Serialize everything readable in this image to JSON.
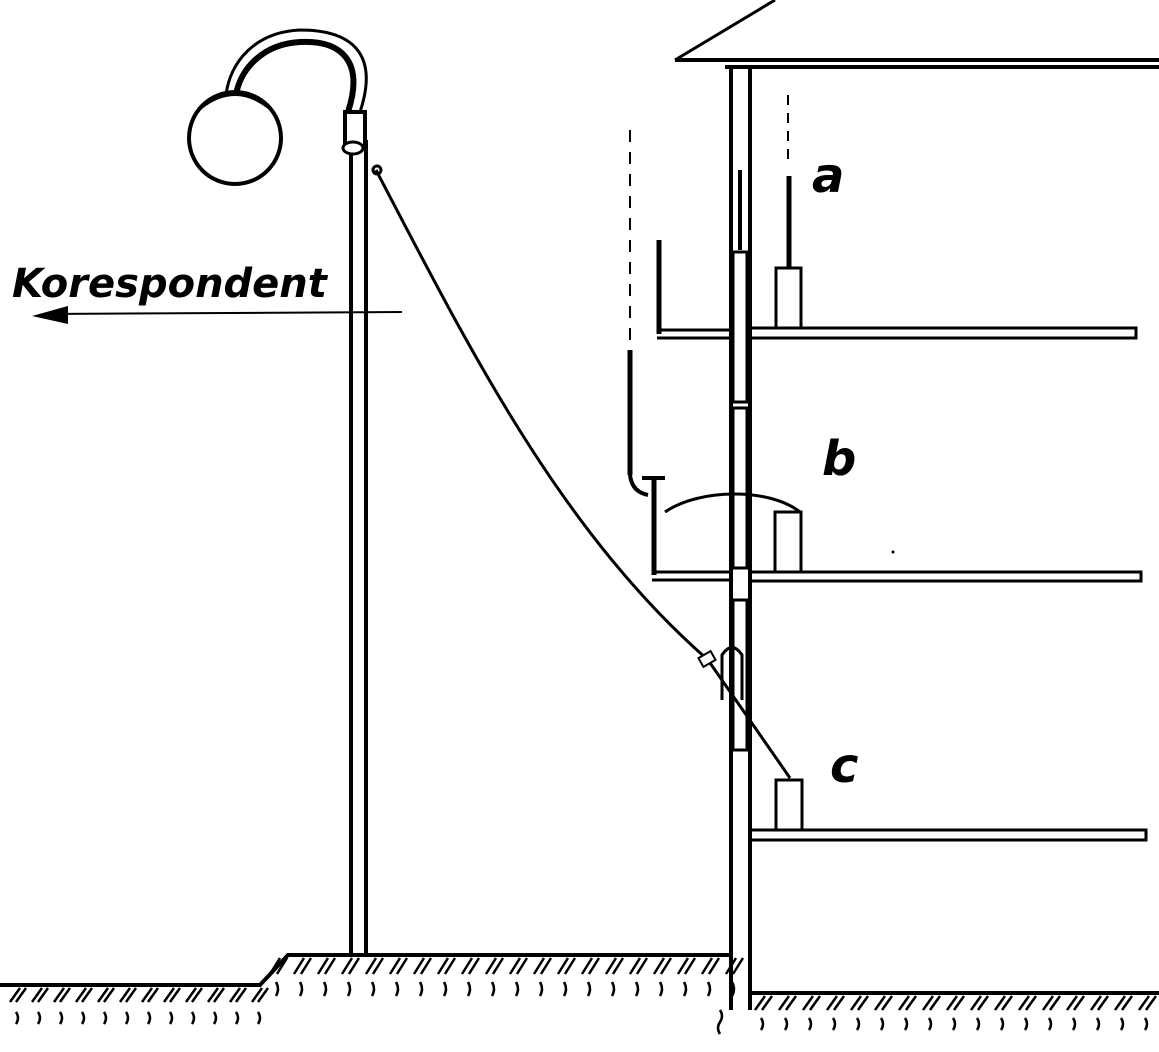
{
  "labels": {
    "direction": "Korespondent",
    "floor_top": "a",
    "floor_middle": "b",
    "floor_bottom": "c"
  },
  "colors": {
    "ink": "#000000",
    "paper": "#ffffff"
  },
  "icons": {
    "lamp": "street-lamp-icon",
    "arrow": "arrow-left-icon"
  }
}
